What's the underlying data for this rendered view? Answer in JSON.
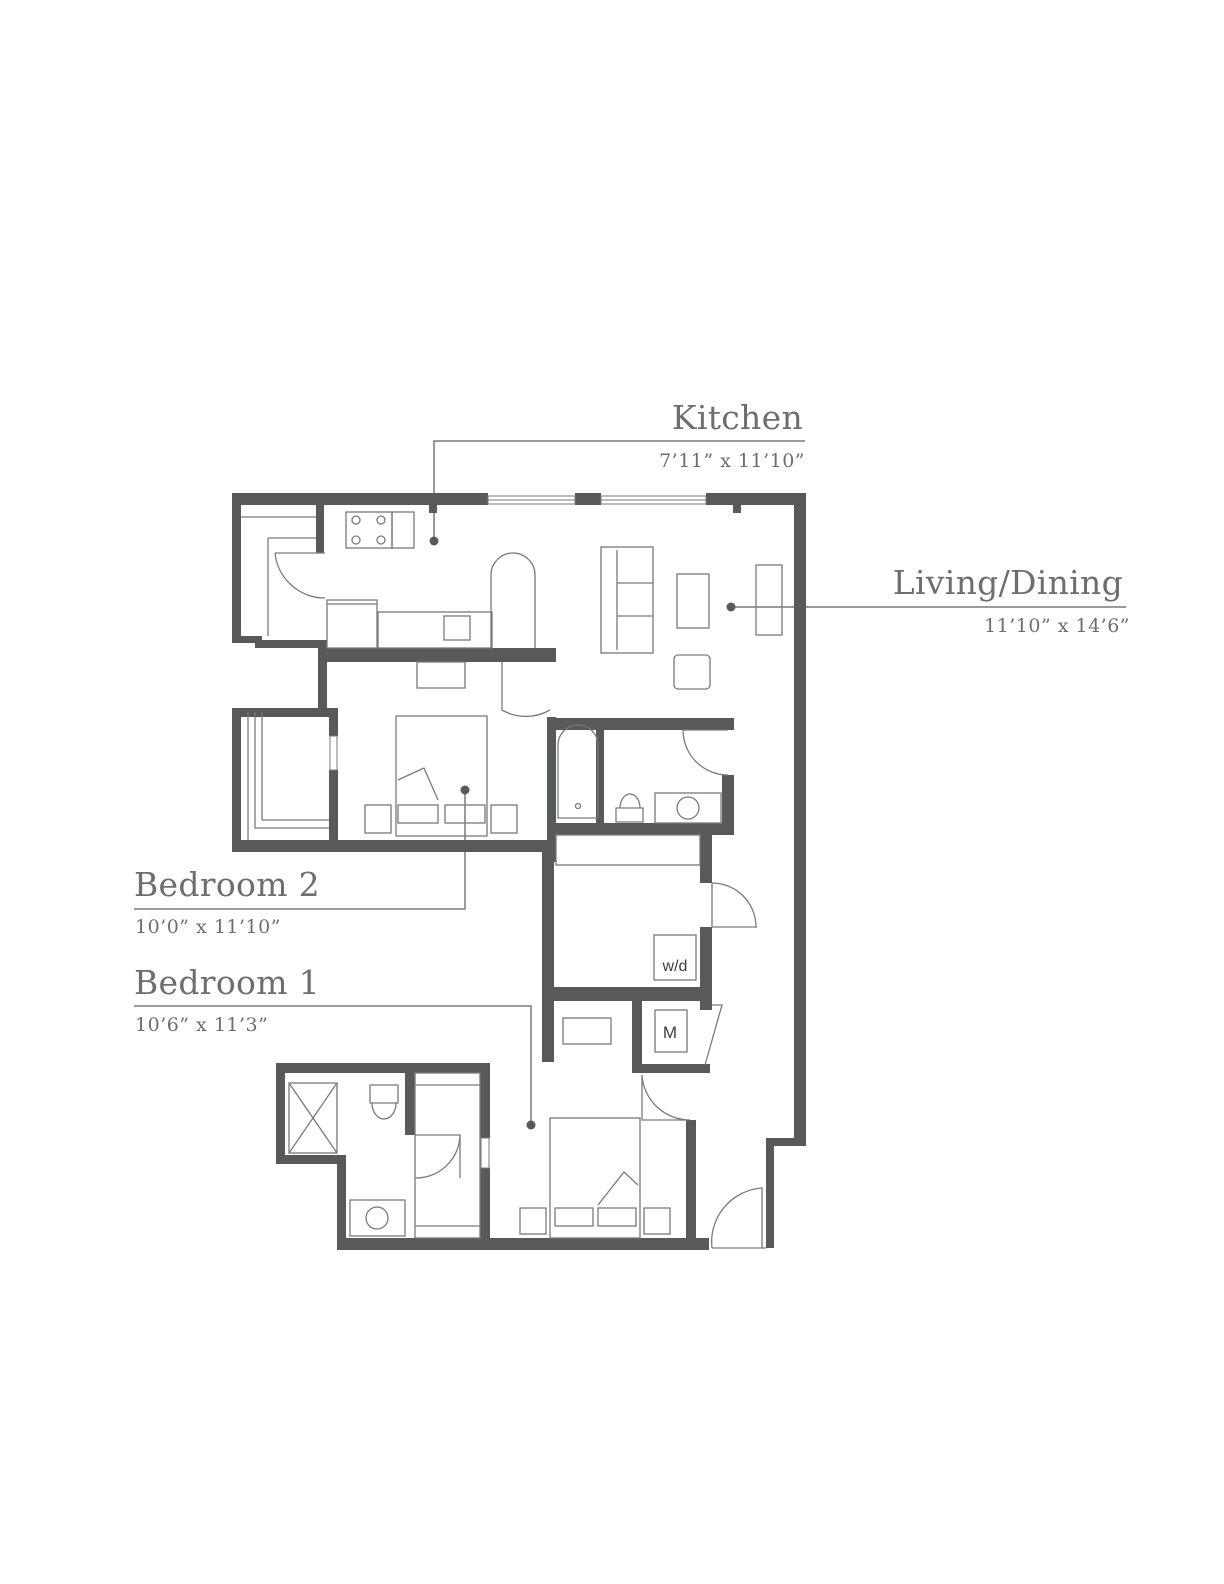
{
  "rooms": {
    "kitchen": {
      "name": "Kitchen",
      "dims": "7’11” x 11’10”"
    },
    "living": {
      "name": "Living/Dining",
      "dims": "11’10” x 14’6”"
    },
    "bedroom2": {
      "name": "Bedroom 2",
      "dims": "10’0” x 11’10”"
    },
    "bedroom1": {
      "name": "Bedroom 1",
      "dims": "10’6” x 11’3”"
    }
  },
  "fixtures": {
    "washer_dryer": "w/d",
    "mechanical": "M"
  },
  "colors": {
    "wall": "#58595b",
    "line": "#7a7a7a",
    "text": "#6e6e6e"
  }
}
